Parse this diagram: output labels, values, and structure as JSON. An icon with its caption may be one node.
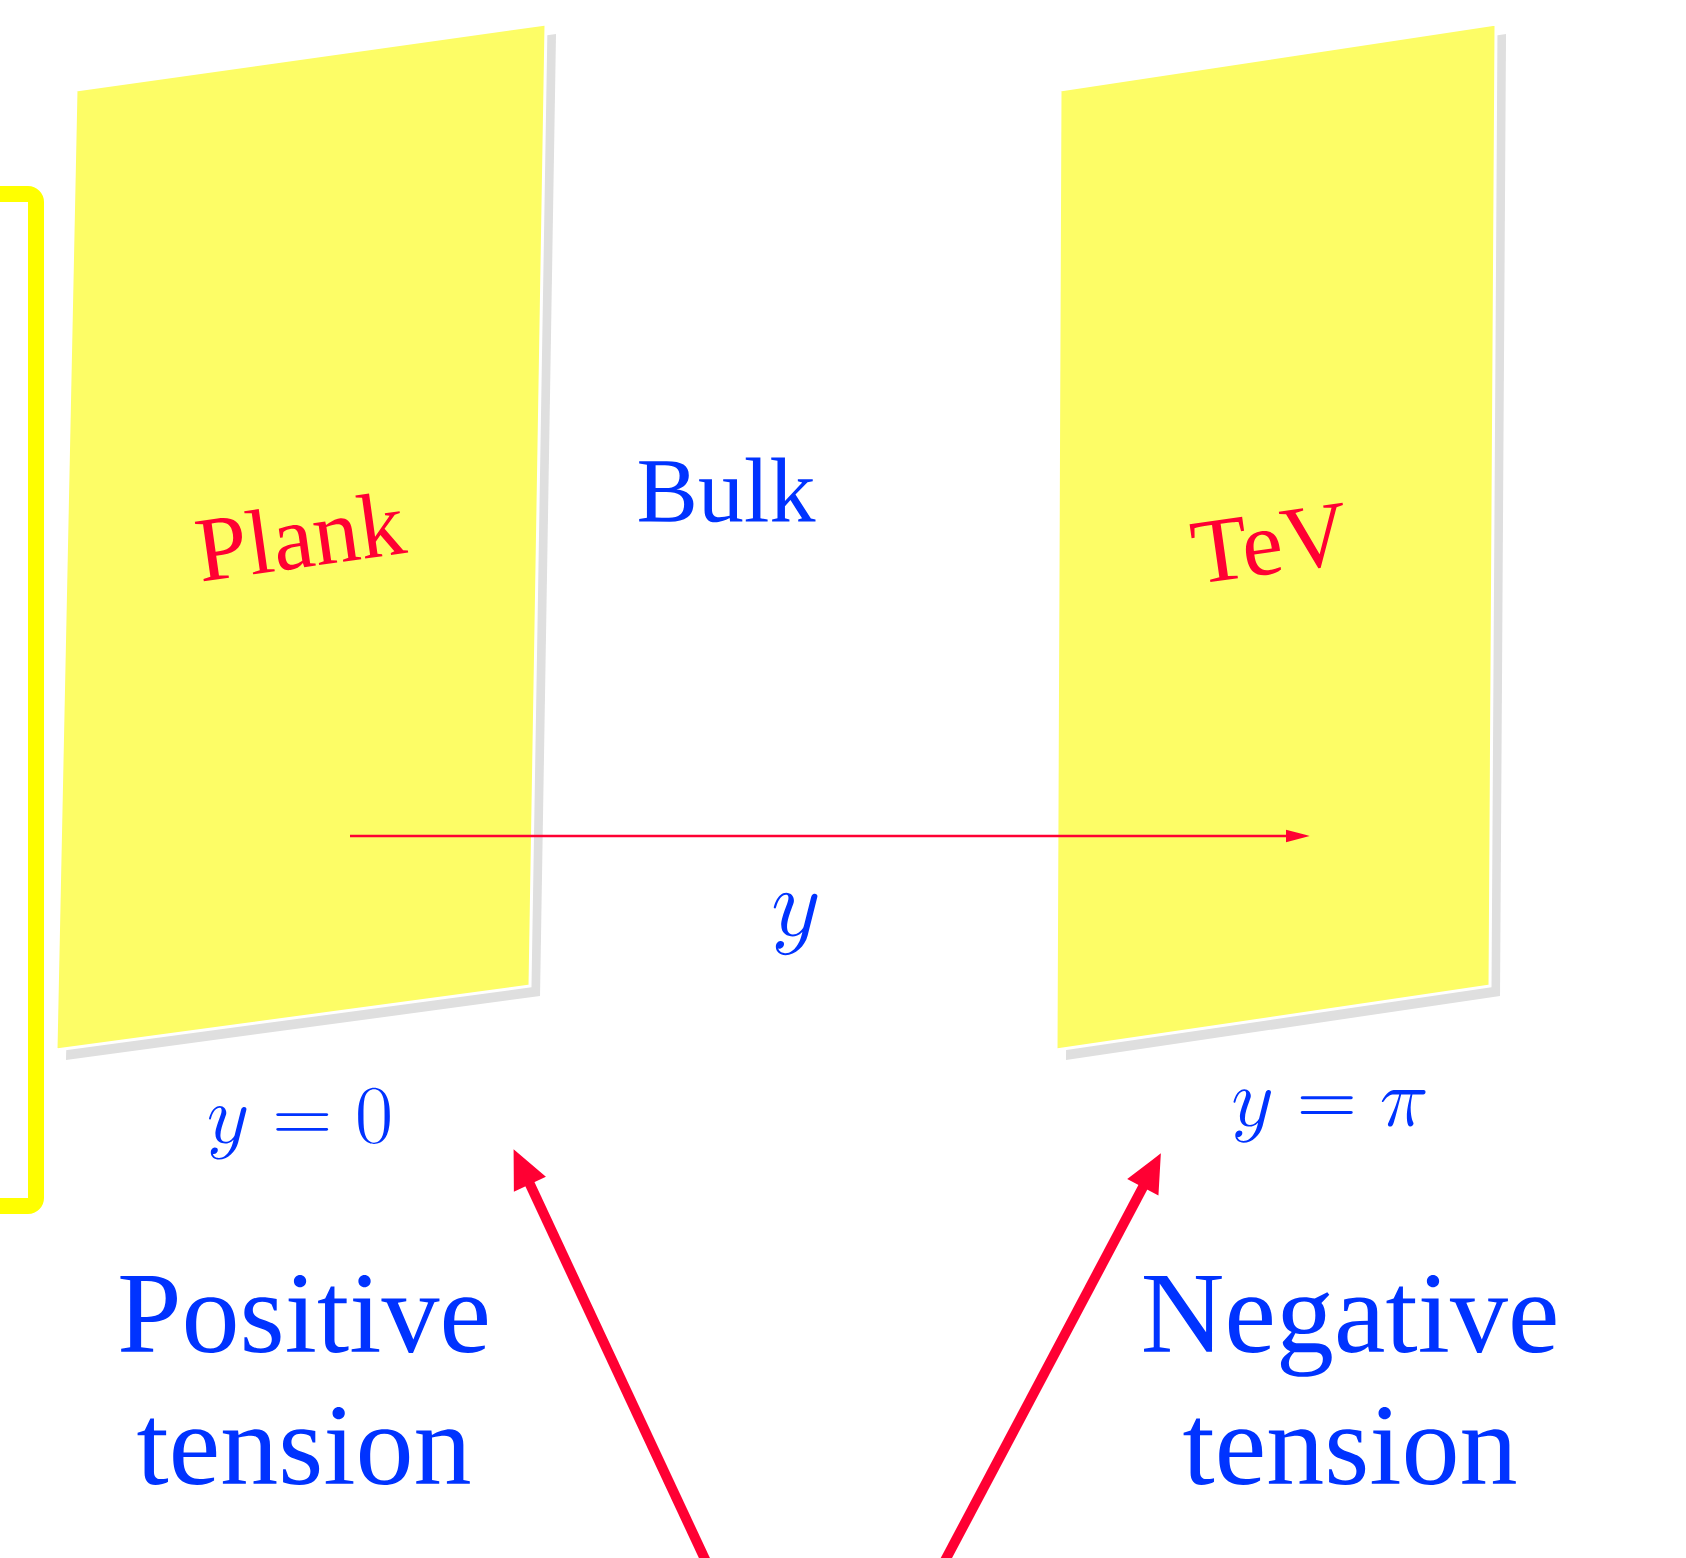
{
  "diagram": {
    "nodes": [
      {
        "text": [
          "Plank"
        ]
      },
      {
        "text": [
          "TeV"
        ]
      },
      {
        "text": [
          "y = 0"
        ]
      },
      {
        "text": [
          "y = \\pi"
        ]
      }
    ],
    "edges": [
      {
        "from": 0,
        "to": 1,
        "arrow": "to",
        "label": "y"
      },
      {
        "from": null,
        "to": 2,
        "arrow": "to"
      },
      {
        "from": null,
        "to": 3,
        "arrow": "to"
      }
    ],
    "labels": [
      "Bulk",
      "Positive tension",
      "Negative tension"
    ]
  }
}
